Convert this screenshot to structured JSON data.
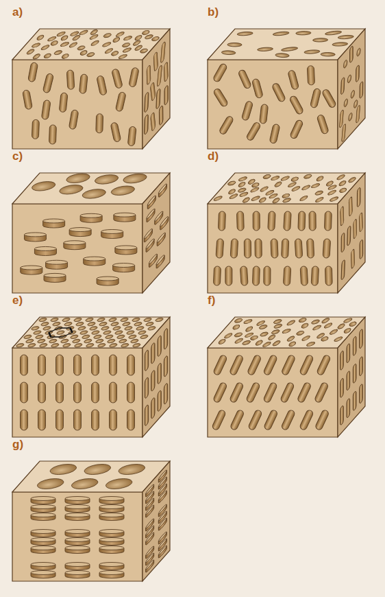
{
  "diagram": {
    "labels": [
      "a)",
      "b)",
      "c)",
      "d)",
      "e)",
      "f)",
      "g)"
    ]
  }
}
